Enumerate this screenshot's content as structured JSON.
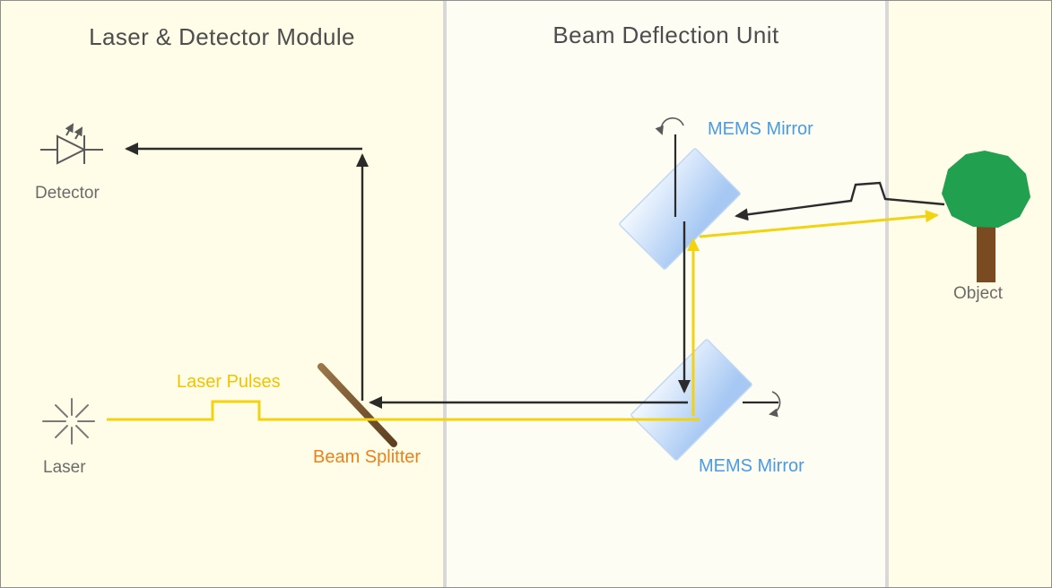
{
  "header": {
    "left_panel_title": "Laser & Detector Module",
    "middle_panel_title": "Beam Deflection Unit"
  },
  "labels": {
    "detector": "Detector",
    "laser": "Laser",
    "laser_pulses": "Laser Pulses",
    "beam_splitter": "Beam Splitter",
    "mems_mirror_top": "MEMS Mirror",
    "mems_mirror_bottom": "MEMS Mirror",
    "object": "Object"
  },
  "colors": {
    "left_panel_bg": "#FFFDE7",
    "middle_panel_bg": "#FDFDF4",
    "right_panel_bg": "#FFFDE7",
    "divider_gray": "#D8D8D8",
    "outgoing_beam_yellow": "#F2D30F",
    "return_beam_black": "#2B2B2B",
    "mems_label_blue": "#4A9BE0",
    "beam_splitter_label_orange": "#E8821E",
    "laser_pulses_label_gold": "#EFC400",
    "caption_gray": "#6B6B6B",
    "title_gray": "#4D4D4D",
    "mirror_gradient_light": "#F4F9FF",
    "mirror_gradient_dark": "#A6C8F3",
    "splitter_brown": "#7D5A36",
    "tree_green": "#21A04F",
    "trunk_brown": "#7A4A21"
  },
  "icons": {
    "detector": "photodiode-icon",
    "laser": "laser-starburst-icon",
    "mems_mirror": "tilted-mirror-panel",
    "rotation": "rotation-arrow-icon",
    "object": "tree-icon",
    "beam_arrows": "arrowhead-markers"
  }
}
